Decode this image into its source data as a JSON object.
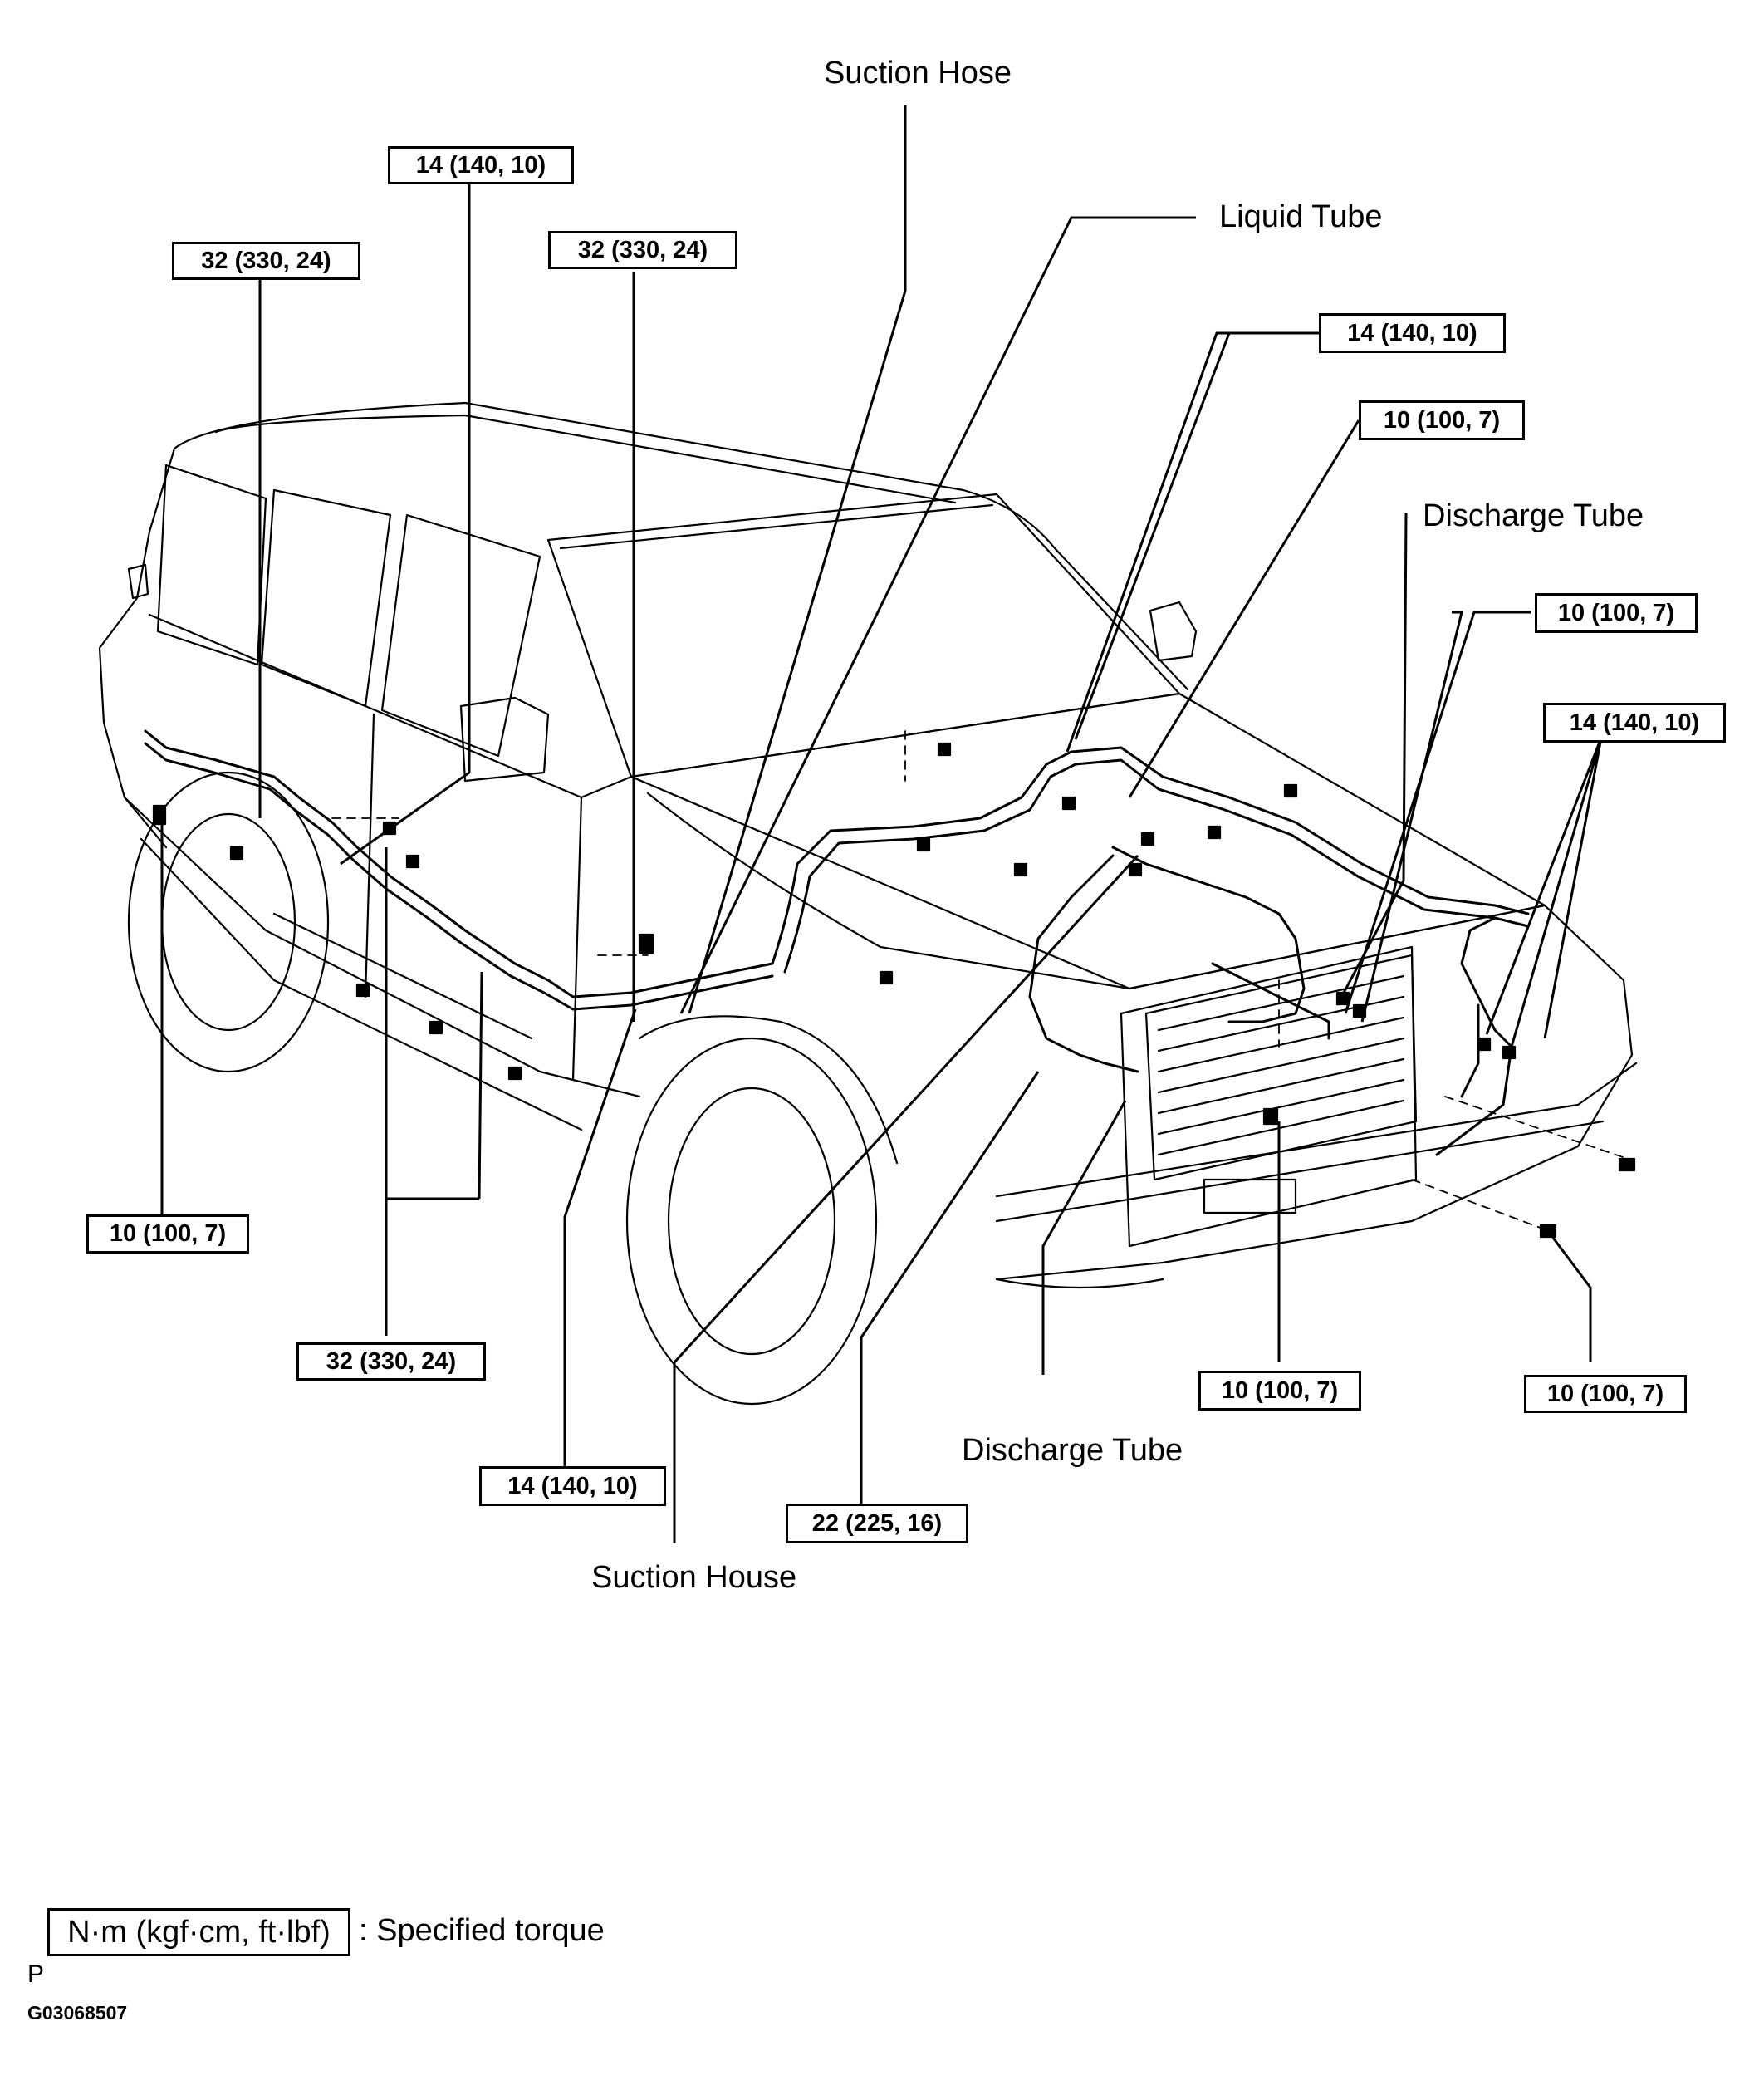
{
  "labels": {
    "suction_hose": "Suction Hose",
    "liquid_tube": "Liquid Tube",
    "discharge_tube_upper": "Discharge Tube",
    "discharge_tube_lower": "Discharge Tube",
    "suction_house": "Suction House"
  },
  "torque": {
    "t1": "14 (140, 10)",
    "t2": "32 (330, 24)",
    "t3": "32 (330, 24)",
    "t4": "14 (140, 10)",
    "t5": "10 (100, 7)",
    "t6": "10 (100, 7)",
    "t7": "14 (140, 10)",
    "t8": "10 (100, 7)",
    "t9": "32 (330, 24)",
    "t10": "14 (140, 10)",
    "t11": "22 (225, 16)",
    "t12": "10 (100, 7)",
    "t13": "10 (100, 7)"
  },
  "legend": {
    "unit": "N·m (kgf·cm, ft·lbf)",
    "text": ": Specified torque",
    "code": "P",
    "figure_id": "G03068507"
  }
}
